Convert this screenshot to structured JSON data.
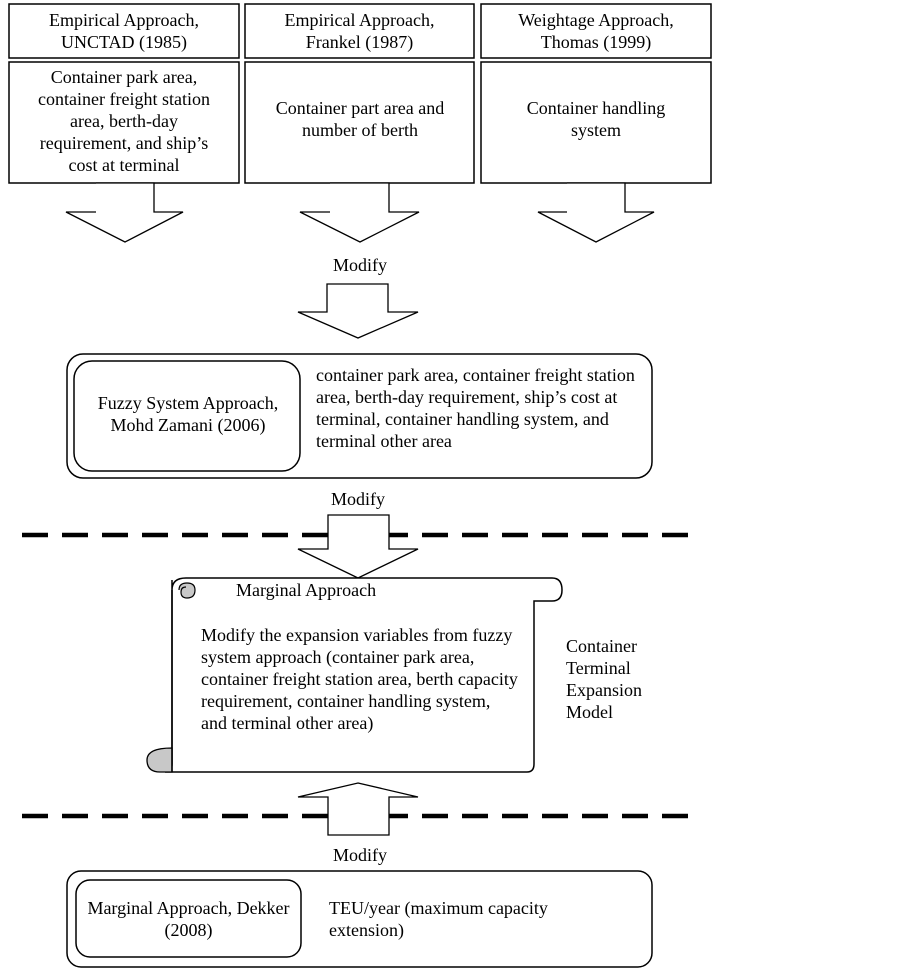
{
  "methods": [
    {
      "title": "Empirical Approach, UNCTAD (1985)",
      "variables": "Container park area, container freight station area, berth-day requirement, and ship’s cost at terminal"
    },
    {
      "title": "Empirical Approach, Frankel (1987)",
      "variables": "Container part area and number of berth"
    },
    {
      "title": "Weightage Approach, Thomas (1999)",
      "variables": "Container handling system"
    }
  ],
  "modify_label": "Modify",
  "fuzzy": {
    "title": "Fuzzy System Approach, Mohd Zamani (2006)",
    "variables": "container park area, container freight station area, berth-day requirement, ship’s cost at terminal, container handling system, and terminal other area"
  },
  "marginal": {
    "title": "Marginal Approach",
    "description": "Modify the expansion variables from fuzzy system approach (container park area, container freight station area, berth capacity requirement, container handling system, and terminal other area)"
  },
  "model_label": "Container Terminal Expansion Model",
  "dekker": {
    "title": "Marginal Approach, Dekker (2008)",
    "variables": "TEU/year (maximum capacity extension)"
  },
  "colors": {
    "stroke": "#000000",
    "scroll_curl": "#c8c8c8",
    "background": "#ffffff"
  }
}
